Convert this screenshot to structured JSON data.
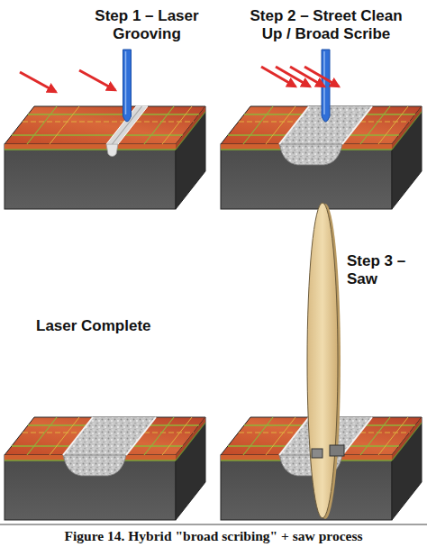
{
  "diagram": {
    "caption": "Figure 14. Hybrid \"broad scribing\" + saw process",
    "labels": [
      "Step 1 – Laser Grooving",
      "Step 2 – Street Clean Up / Broad Scribe",
      "Laser Complete",
      "Step 3 – Saw"
    ]
  }
}
